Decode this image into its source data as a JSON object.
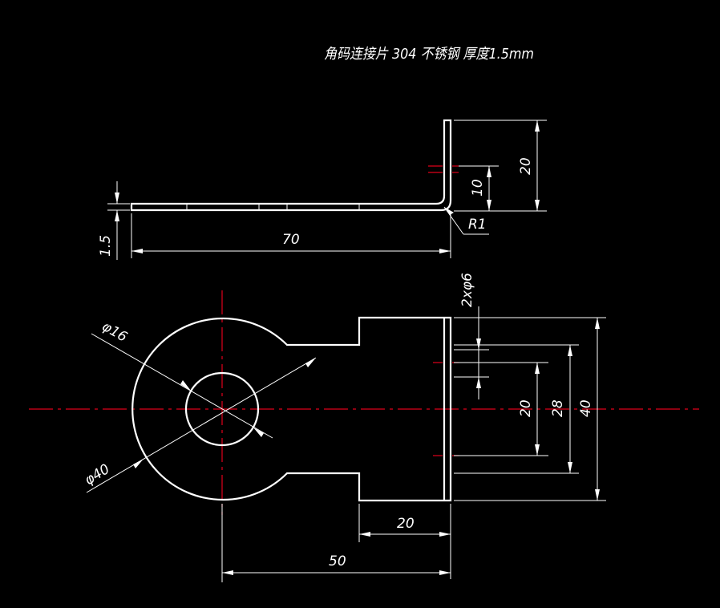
{
  "title": "角码连接片  304 不锈钢   厚度1.5mm",
  "colors": {
    "background": "#000000",
    "geometry": "#ffffff",
    "centerline": "#e0001a"
  },
  "side_view": {
    "dims": {
      "length": "70",
      "height": "20",
      "hole_offset": "10",
      "thickness": "1.5",
      "radius": "R1"
    }
  },
  "plan_view": {
    "dims": {
      "outer_diameter": "φ40",
      "hole_diameter": "φ16",
      "holes": "2xφ6",
      "hole_spacing": "20",
      "flange_width": "28",
      "total_width": "40",
      "flange_length": "20",
      "total_length": "50"
    }
  }
}
